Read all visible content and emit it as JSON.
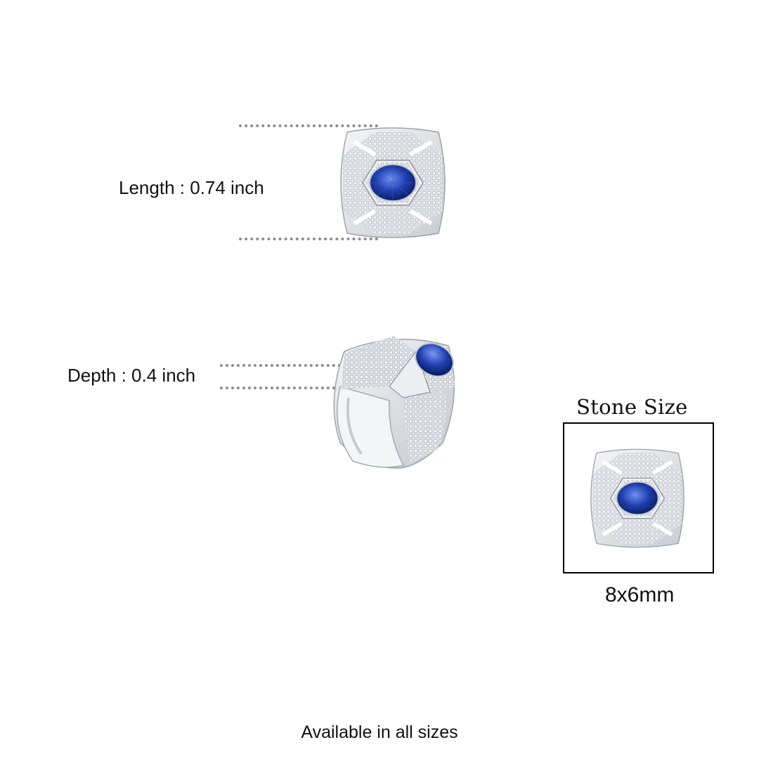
{
  "length": {
    "label": "Length : 0.74 inch"
  },
  "depth": {
    "label": "Depth : 0.4 inch"
  },
  "stone": {
    "title": "Stone Size",
    "size": "8x6mm"
  },
  "footer": {
    "text": "Available in all sizes"
  },
  "colors": {
    "gem": "#1f3fae",
    "metal": "#e4e6ea",
    "dotted_line": "#8c8c8c",
    "box_border": "#000000"
  },
  "icons": {
    "ring_top": "ring-top-view-icon",
    "ring_side": "ring-side-view-icon",
    "ring_thumb": "ring-stone-thumbnail-icon"
  }
}
